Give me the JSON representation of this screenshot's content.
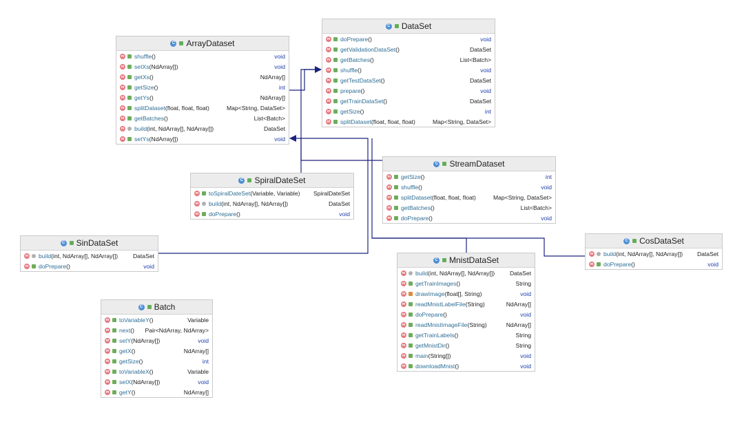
{
  "colors": {
    "accent": "#1a237e",
    "method_icon": "#e5777d",
    "class_icon": "#4d8fd6",
    "keyword": "#1f3fa8"
  },
  "classes": [
    {
      "id": "ArrayDataset",
      "name": "ArrayDataset",
      "members": [
        {
          "name": "shuffle",
          "params": "()",
          "type": "void"
        },
        {
          "name": "setXs",
          "params": "(NdArray[])",
          "type": "void"
        },
        {
          "name": "getXs",
          "params": "()",
          "type": "NdArray[]"
        },
        {
          "name": "getSize",
          "params": "()",
          "type": "int"
        },
        {
          "name": "getYs",
          "params": "()",
          "type": "NdArray[]"
        },
        {
          "name": "splitDataset",
          "params": "(float, float, float)",
          "type": "Map<String, DataSet>"
        },
        {
          "name": "getBatches",
          "params": "()",
          "type": "List<Batch>"
        },
        {
          "name": "build",
          "params": "(int, NdArray[], NdArray[])",
          "type": "DataSet",
          "vis": "static"
        },
        {
          "name": "setYs",
          "params": "(NdArray[])",
          "type": "void"
        }
      ]
    },
    {
      "id": "DataSet",
      "name": "DataSet",
      "members": [
        {
          "name": "doPrepare",
          "params": "()",
          "type": "void"
        },
        {
          "name": "getValidationDataSet",
          "params": "()",
          "type": "DataSet"
        },
        {
          "name": "getBatches",
          "params": "()",
          "type": "List<Batch>"
        },
        {
          "name": "shuffle",
          "params": "()",
          "type": "void"
        },
        {
          "name": "getTestDataSet",
          "params": "()",
          "type": "DataSet"
        },
        {
          "name": "prepare",
          "params": "()",
          "type": "void"
        },
        {
          "name": "getTrainDataSet",
          "params": "()",
          "type": "DataSet"
        },
        {
          "name": "getSize",
          "params": "()",
          "type": "int"
        },
        {
          "name": "splitDataset",
          "params": "(float, float, float)",
          "type": "Map<String, DataSet>"
        }
      ]
    },
    {
      "id": "StreamDataset",
      "name": "StreamDataset",
      "members": [
        {
          "name": "getSize",
          "params": "()",
          "type": "int"
        },
        {
          "name": "shuffle",
          "params": "()",
          "type": "void"
        },
        {
          "name": "splitDataset",
          "params": "(float, float, float)",
          "type": "Map<String, DataSet>"
        },
        {
          "name": "getBatches",
          "params": "()",
          "type": "List<Batch>"
        },
        {
          "name": "doPrepare",
          "params": "()",
          "type": "void"
        }
      ]
    },
    {
      "id": "SpiralDateSet",
      "name": "SpiralDateSet",
      "members": [
        {
          "name": "toSpiralDateSet",
          "params": "(Variable, Variable)",
          "type": "SpiralDateSet"
        },
        {
          "name": "build",
          "params": "(int, NdArray[], NdArray[])",
          "type": "DataSet",
          "vis": "static"
        },
        {
          "name": "doPrepare",
          "params": "()",
          "type": "void"
        }
      ]
    },
    {
      "id": "SinDataSet",
      "name": "SinDataSet",
      "members": [
        {
          "name": "build",
          "params": "(int, NdArray[], NdArray[])",
          "type": "DataSet",
          "vis": "static"
        },
        {
          "name": "doPrepare",
          "params": "()",
          "type": "void"
        }
      ]
    },
    {
      "id": "CosDataSet",
      "name": "CosDataSet",
      "members": [
        {
          "name": "build",
          "params": "(int, NdArray[], NdArray[])",
          "type": "DataSet",
          "vis": "static"
        },
        {
          "name": "doPrepare",
          "params": "()",
          "type": "void"
        }
      ]
    },
    {
      "id": "MnistDataSet",
      "name": "MnistDataSet",
      "members": [
        {
          "name": "build",
          "params": "(int, NdArray[], NdArray[])",
          "type": "DataSet",
          "vis": "static"
        },
        {
          "name": "getTrainImages",
          "params": "()",
          "type": "String"
        },
        {
          "name": "drawImage",
          "params": "(float[], String)",
          "type": "void",
          "vis": "private"
        },
        {
          "name": "readMnistLabelFile",
          "params": "(String)",
          "type": "NdArray[]"
        },
        {
          "name": "doPrepare",
          "params": "()",
          "type": "void"
        },
        {
          "name": "readMnistImageFile",
          "params": "(String)",
          "type": "NdArray[]"
        },
        {
          "name": "getTrainLabels",
          "params": "()",
          "type": "String"
        },
        {
          "name": "getMnistDir",
          "params": "()",
          "type": "String"
        },
        {
          "name": "main",
          "params": "(String[])",
          "type": "void"
        },
        {
          "name": "downloadMnist",
          "params": "()",
          "type": "void"
        }
      ]
    },
    {
      "id": "Batch",
      "name": "Batch",
      "members": [
        {
          "name": "toVariableY",
          "params": "()",
          "type": "Variable"
        },
        {
          "name": "next",
          "params": "()",
          "type": "Pair<NdArray, NdArray>"
        },
        {
          "name": "setY",
          "params": "(NdArray[])",
          "type": "void"
        },
        {
          "name": "getX",
          "params": "()",
          "type": "NdArray[]"
        },
        {
          "name": "getSize",
          "params": "()",
          "type": "int"
        },
        {
          "name": "toVariableX",
          "params": "()",
          "type": "Variable"
        },
        {
          "name": "setX",
          "params": "(NdArray[])",
          "type": "void"
        },
        {
          "name": "getY",
          "params": "()",
          "type": "NdArray[]"
        }
      ]
    }
  ]
}
